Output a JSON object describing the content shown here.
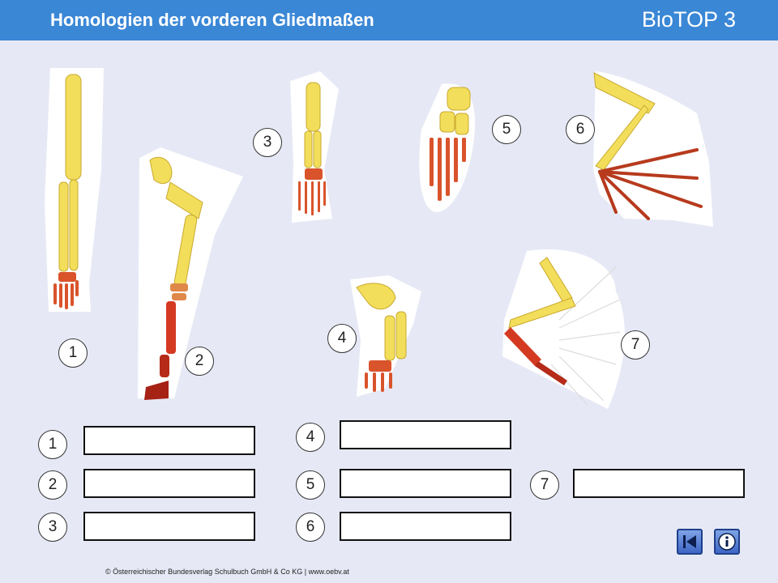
{
  "header": {
    "title": "Homologien der vorderen Gliedmaßen",
    "brand": "BioTOP 3"
  },
  "figure_numbers": [
    "1",
    "2",
    "3",
    "4",
    "5",
    "6",
    "7"
  ],
  "answer_rows": [
    {
      "label": "1",
      "value": ""
    },
    {
      "label": "2",
      "value": ""
    },
    {
      "label": "3",
      "value": ""
    },
    {
      "label": "4",
      "value": ""
    },
    {
      "label": "5",
      "value": ""
    },
    {
      "label": "6",
      "value": ""
    },
    {
      "label": "7",
      "value": ""
    }
  ],
  "footer": {
    "copyright": "© Österreichischer Bundesverlag Schulbuch GmbH & Co KG | www.oebv.at"
  },
  "nav": {
    "back_icon": "skip-back-icon",
    "info_icon": "info-icon"
  },
  "colors": {
    "header": "#3a87d6",
    "background": "#e6e9f5",
    "bone_yellow": "#f2de5a",
    "bone_orange": "#d9532b",
    "bone_red": "#b52a18"
  }
}
